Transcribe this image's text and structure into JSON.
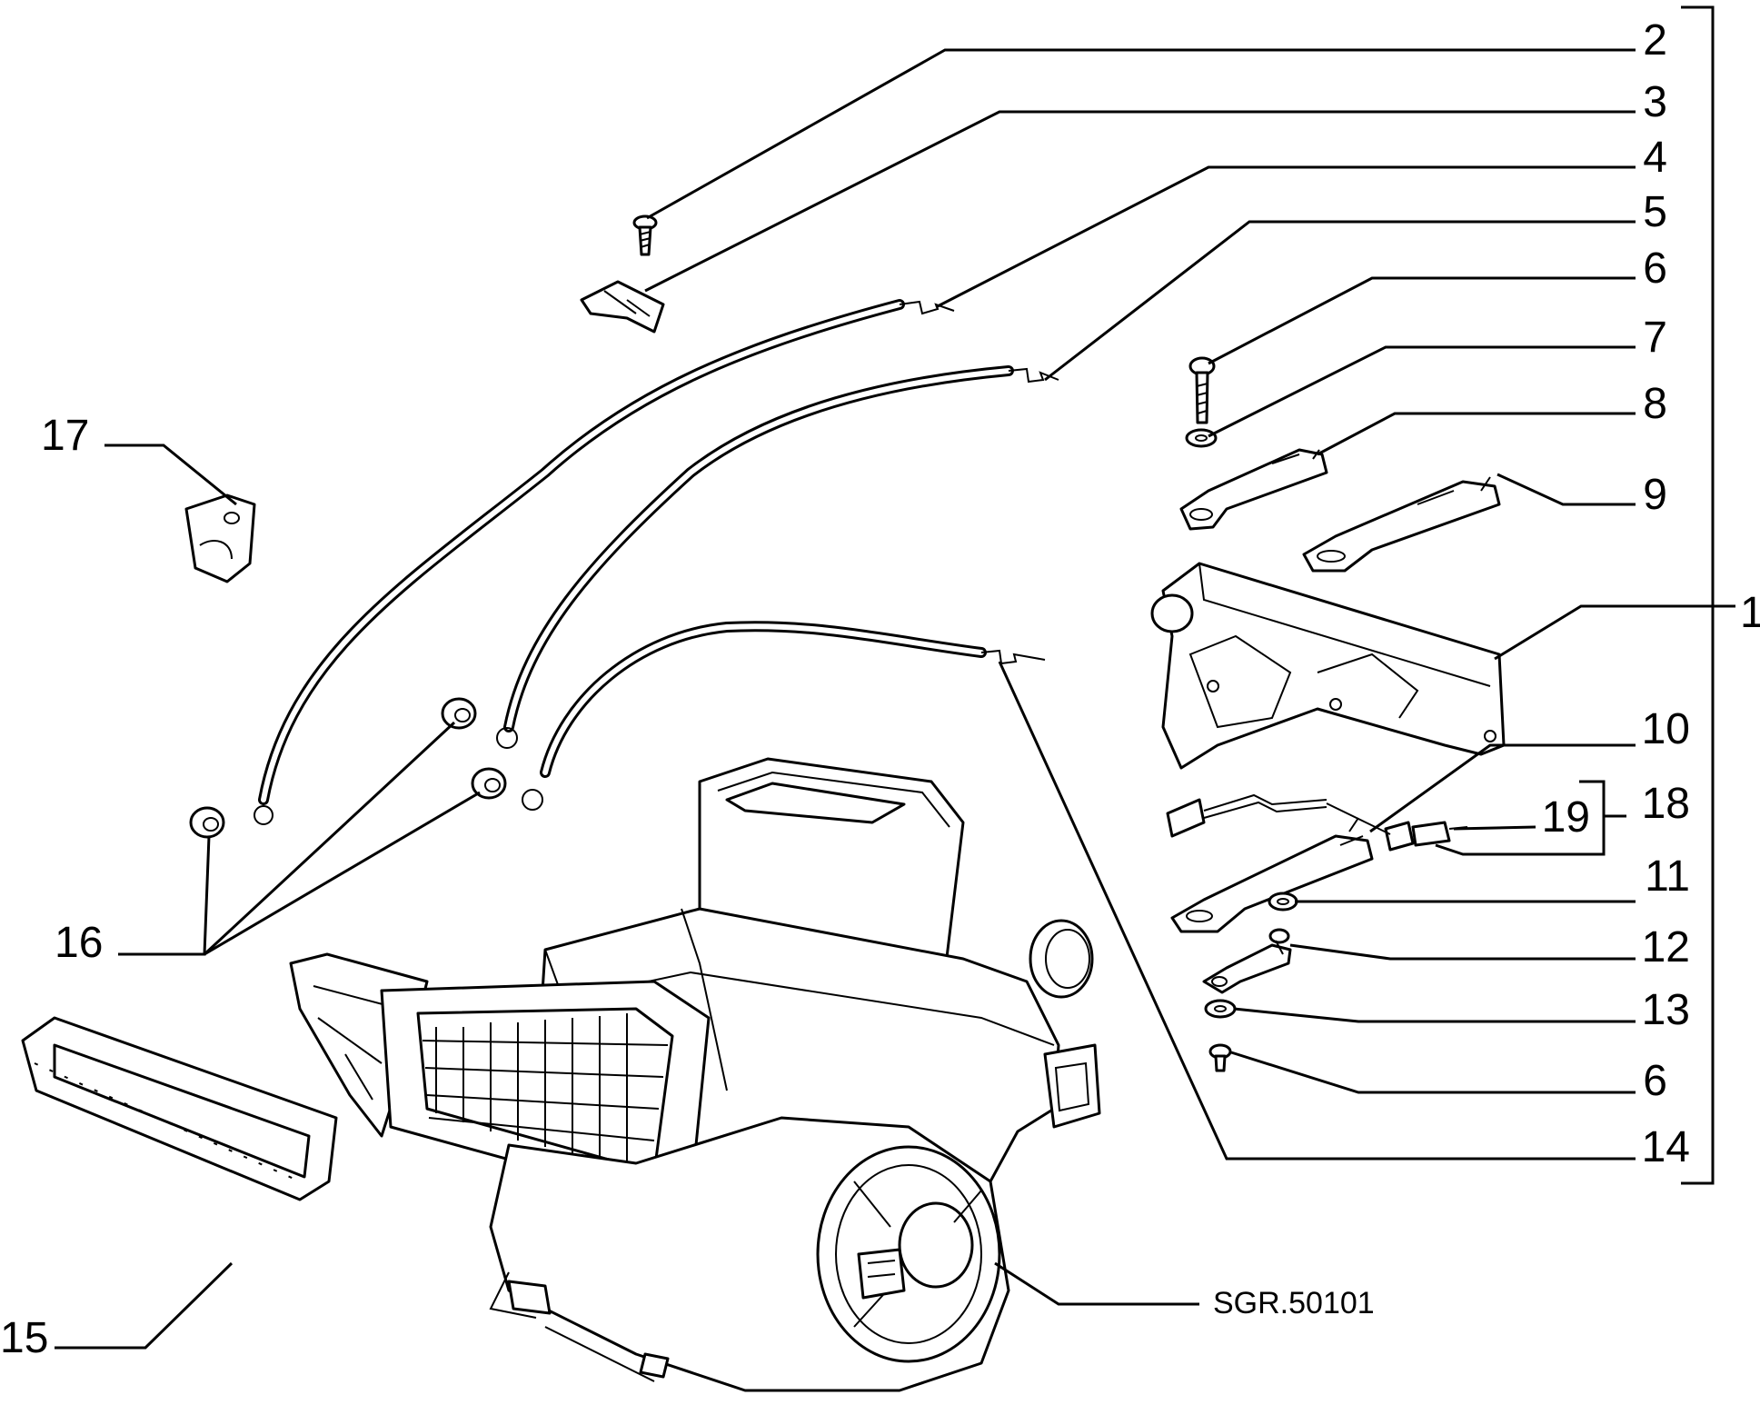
{
  "reference_code": "SGR.50101",
  "callouts": {
    "c1": "1",
    "c2": "2",
    "c3": "3",
    "c4": "4",
    "c5": "5",
    "c6a": "6",
    "c6b": "6",
    "c7": "7",
    "c8": "8",
    "c9": "9",
    "c10": "10",
    "c11": "11",
    "c12": "12",
    "c13": "13",
    "c14": "14",
    "c15": "15",
    "c16": "16",
    "c17": "17",
    "c18": "18",
    "c19": "19"
  }
}
